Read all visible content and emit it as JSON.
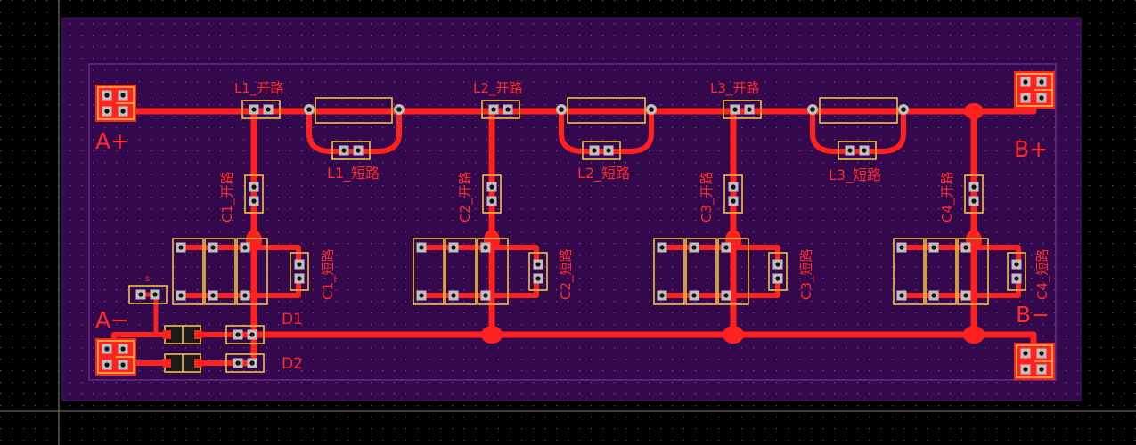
{
  "board": {
    "terminals": {
      "a_plus": "A+",
      "a_minus": "A−",
      "b_plus": "B+",
      "b_minus": "B−"
    },
    "diodes": {
      "d1": "D1",
      "d2": "D2"
    },
    "switch_label": "s",
    "series_open": [
      "L1_开路",
      "L2_开路",
      "L3_开路"
    ],
    "series_short": [
      "L1_短路",
      "L2_短路",
      "L3_短路"
    ],
    "shunt_open": [
      "C1_开路",
      "C2_开路",
      "C3_开路",
      "C4_开路"
    ],
    "shunt_short": [
      "C1_短路",
      "C2_短路",
      "C3_短路",
      "C4_短路"
    ]
  },
  "colors": {
    "background": "#000000",
    "board": "#3a0a52",
    "trace": "#ff2020",
    "silkscreen": "#f2c040",
    "pad": "#bfbfbf"
  }
}
